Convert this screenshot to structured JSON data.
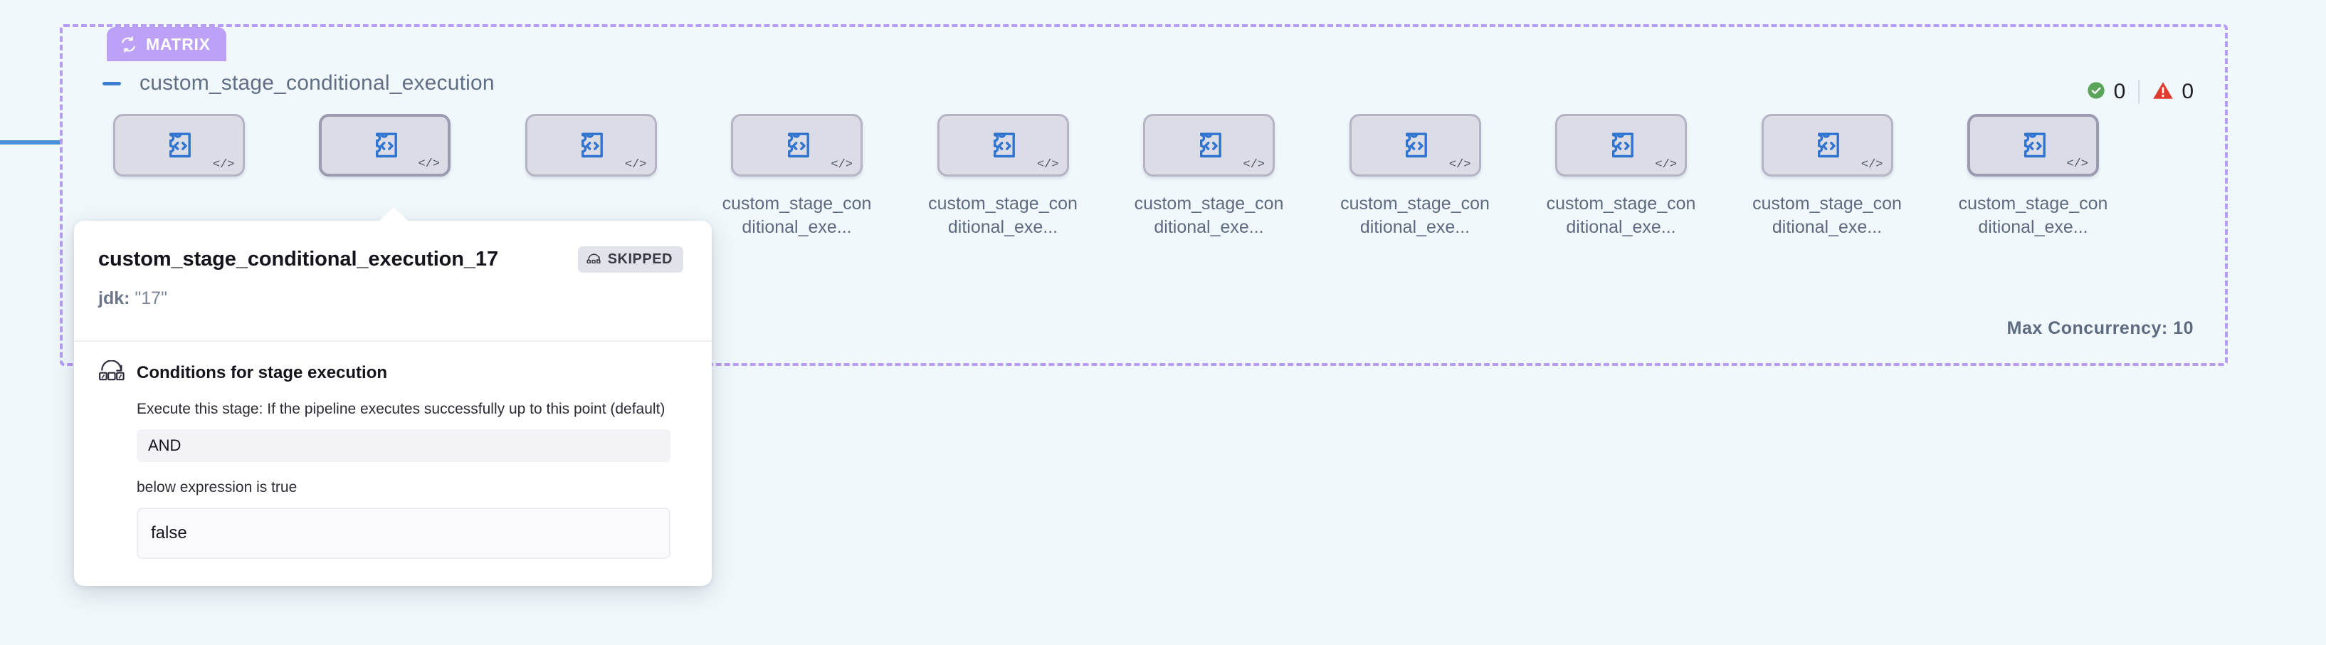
{
  "matrix": {
    "badge_label": "MATRIX",
    "badge_icon": "loop-icon",
    "badge_color": "#bda1f7",
    "border_color": "#b79cf5",
    "group_title": "custom_stage_conditional_execution",
    "collapse_icon": "minus-icon",
    "max_concurrency_label": "Max Concurrency: 10",
    "status": {
      "success_icon": "check-circle-icon",
      "success_count": "0",
      "success_color": "#5aa55a",
      "warning_icon": "warning-triangle-icon",
      "warning_count": "0",
      "warning_color": "#e03b2f"
    },
    "nodes": [
      {
        "label": "",
        "icon": "custom-stage-code-icon",
        "corner_icon": "code-icon",
        "emphasized": false
      },
      {
        "label": "",
        "icon": "custom-stage-code-icon",
        "corner_icon": "code-icon",
        "emphasized": true
      },
      {
        "label": "",
        "icon": "custom-stage-code-icon",
        "corner_icon": "code-icon",
        "emphasized": false
      },
      {
        "label": "custom_stage_conditional_exe...",
        "icon": "custom-stage-code-icon",
        "corner_icon": "code-icon",
        "emphasized": false
      },
      {
        "label": "custom_stage_conditional_exe...",
        "icon": "custom-stage-code-icon",
        "corner_icon": "code-icon",
        "emphasized": false
      },
      {
        "label": "custom_stage_conditional_exe...",
        "icon": "custom-stage-code-icon",
        "corner_icon": "code-icon",
        "emphasized": false
      },
      {
        "label": "custom_stage_conditional_exe...",
        "icon": "custom-stage-code-icon",
        "corner_icon": "code-icon",
        "emphasized": false
      },
      {
        "label": "custom_stage_conditional_exe...",
        "icon": "custom-stage-code-icon",
        "corner_icon": "code-icon",
        "emphasized": false
      },
      {
        "label": "custom_stage_conditional_exe...",
        "icon": "custom-stage-code-icon",
        "corner_icon": "code-icon",
        "emphasized": false
      },
      {
        "label": "custom_stage_conditional_exe...",
        "icon": "custom-stage-code-icon",
        "corner_icon": "code-icon",
        "emphasized": true
      }
    ]
  },
  "popover": {
    "title": "custom_stage_conditional_execution_17",
    "status_badge": {
      "label": "SKIPPED",
      "icon": "skip-arc-icon"
    },
    "matrix_param_key": "jdk:",
    "matrix_param_value": "\"17\"",
    "conditions": {
      "icon": "skip-conditions-icon",
      "title": "Conditions for stage execution",
      "description": "Execute this stage: If the pipeline executes successfully up to this point (default)",
      "operator": "AND",
      "expression_label": "below expression is true",
      "expression_value": "false"
    }
  }
}
